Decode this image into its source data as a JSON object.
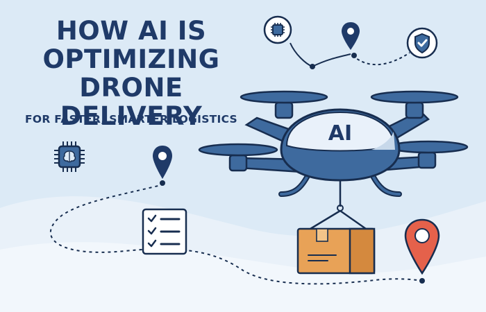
{
  "title": {
    "lines": [
      "HOW AI IS",
      "OPTIMIZING",
      "DRONE DELIVERY"
    ]
  },
  "subtitle": "FOR FASTER, SMARTER LOGISTICS",
  "drone": {
    "body_text": "AI"
  },
  "colors": {
    "background": "#dceaf6",
    "navy": "#1f3a68",
    "drone_body": "#3e6a9e",
    "drone_top": "#e9f1fa",
    "box": "#e8a257",
    "pin_red": "#e5614b",
    "outline": "#172d4f"
  },
  "icons": [
    "chip-icon",
    "map-pin-icon",
    "shield-check-icon",
    "ai-brain-chip-icon",
    "checklist-icon",
    "package-icon",
    "destination-pin-icon"
  ]
}
